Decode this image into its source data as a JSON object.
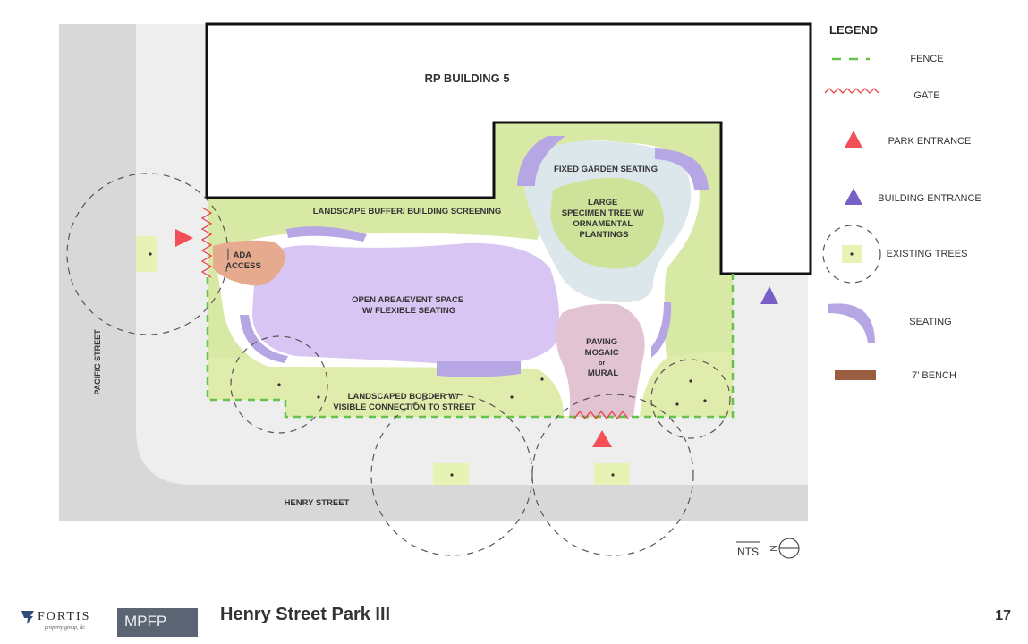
{
  "colors": {
    "street": "#d8d8d8",
    "sidewalk": "#eeeeee",
    "lawn": "#d8e9a6",
    "open_area": "#d9c5f4",
    "ada": "#e6ab8e",
    "garden": "#dbe7ea",
    "specimen": "#cfe299",
    "mosaic": "#e2c3d2",
    "seating": "#b7a6e4",
    "border": "#dfecac",
    "tree_square": "#e7f3b4",
    "fence": "#66c24a",
    "gate": "#e84545",
    "park_entrance": "#f24f57",
    "building_entrance": "#7861c6",
    "bench": "#9b5d3f"
  },
  "labels": {
    "building": "RP BUILDING 5",
    "buffer": "LANDSCAPE BUFFER/ BUILDING SCREENING",
    "garden_seating": "FIXED GARDEN SEATING",
    "specimen": [
      "LARGE",
      "SPECIMEN TREE W/",
      "ORNAMENTAL",
      "PLANTINGS"
    ],
    "ada": [
      "ADA",
      "ACCESS"
    ],
    "open_area": [
      "OPEN AREA/EVENT SPACE",
      "W/ FLEXIBLE SEATING"
    ],
    "mosaic": [
      "PAVING",
      "MOSAIC",
      "or",
      "MURAL"
    ],
    "border": [
      "LANDSCAPED BORDER W/",
      "VISIBLE CONNECTION TO STREET"
    ],
    "pacific_street": "PACIFIC STREET",
    "henry_street": "HENRY STREET",
    "nts": "NTS",
    "north": "N"
  },
  "legend": {
    "title": "LEGEND",
    "items": {
      "fence": "FENCE",
      "gate": "GATE",
      "park_entrance": "PARK ENTRANCE",
      "building_entrance": "BUILDING ENTRANCE",
      "existing_trees": "EXISTING TREES",
      "seating": "SEATING",
      "bench": "7' BENCH"
    }
  },
  "footer": {
    "logo_fortis": "FORTIS",
    "logo_fortis_sub": "property group, llc",
    "logo_mpfp": "MPFP",
    "title": "Henry Street Park III",
    "page_number": "17"
  }
}
